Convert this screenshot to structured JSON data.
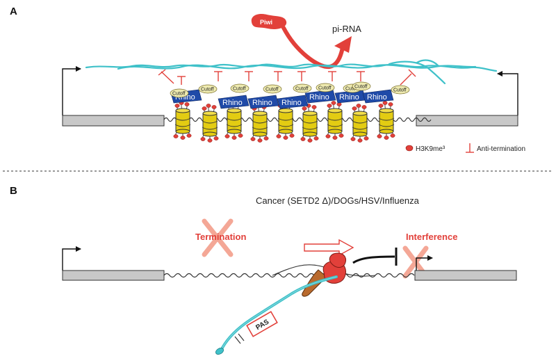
{
  "panel_a": {
    "letter": "A",
    "piwi_label": "Piwi",
    "pirna_label": "pi-RNA",
    "rhino_label": "Rhino",
    "cutoff_label": "Cutoff",
    "legend_mark_label": "H3K9me³",
    "legend_anti_label": "Anti-termination",
    "colors": {
      "rna": "#3fc1c9",
      "piwi": "#e2403a",
      "rhino": "#1f4aa8",
      "nucleosome": "#e3cc12",
      "cutoff": "#eeeab0"
    }
  },
  "panel_b": {
    "letter": "B",
    "heading": "Cancer (SETD2 Δ)/DOGs/HSV/Influenza",
    "termination_label": "Termination",
    "interference_label": "Interference",
    "pas_label": "PAS",
    "colors": {
      "cross": "#f4a796",
      "polymerase": "#e2403a",
      "accent": "#e2403a"
    }
  }
}
